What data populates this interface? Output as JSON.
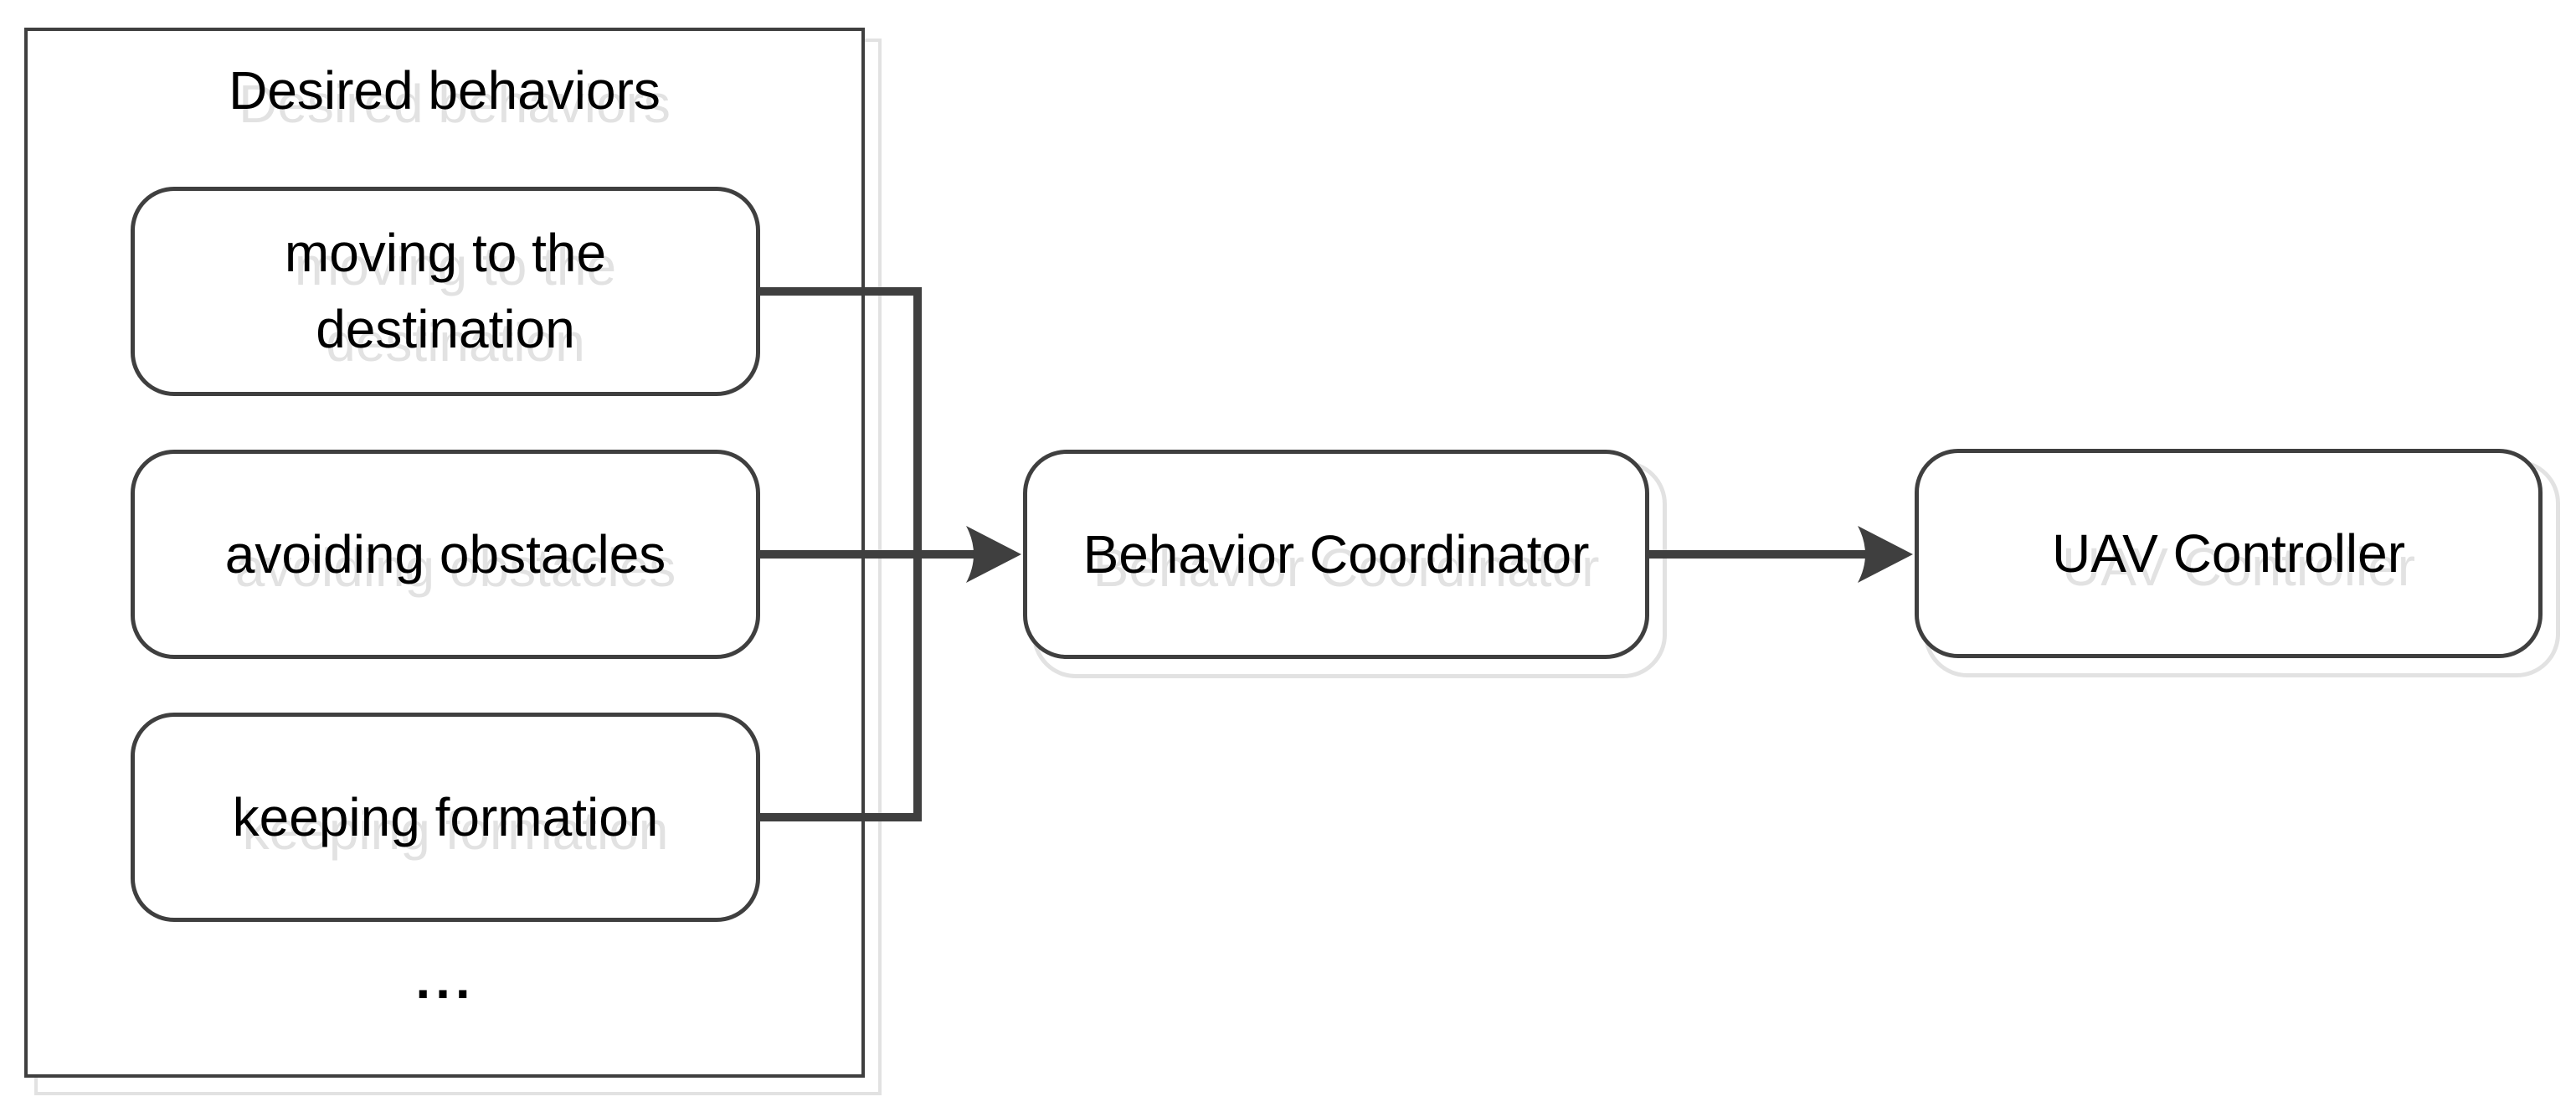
{
  "diagram": {
    "colors": {
      "stroke": "#3f3f3f",
      "shadow_outline": "#e2e2e2",
      "text": "#000000",
      "background": "#ffffff"
    },
    "container": {
      "title": "Desired behaviors",
      "ellipsis": "..."
    },
    "behavior_boxes": [
      {
        "label": "moving to the destination"
      },
      {
        "label": "avoiding obstacles"
      },
      {
        "label": "keeping formation"
      }
    ],
    "nodes": [
      {
        "label": "Behavior Coordinator"
      },
      {
        "label": "UAV Controller"
      }
    ],
    "edges": [
      {
        "from": "moving to the destination",
        "to": "Behavior Coordinator"
      },
      {
        "from": "avoiding obstacles",
        "to": "Behavior Coordinator"
      },
      {
        "from": "keeping formation",
        "to": "Behavior Coordinator"
      },
      {
        "from": "Behavior Coordinator",
        "to": "UAV Controller"
      }
    ]
  }
}
